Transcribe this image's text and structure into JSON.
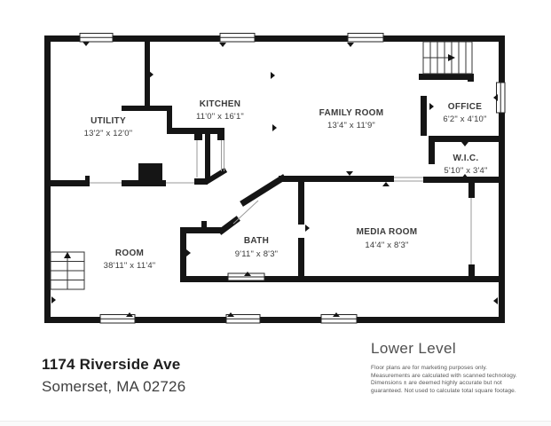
{
  "plan": {
    "rooms": [
      {
        "id": "utility",
        "name": "UTILITY",
        "dims": "13'2\" x 12'0\""
      },
      {
        "id": "kitchen",
        "name": "KITCHEN",
        "dims": "11'0\" x 16'1\""
      },
      {
        "id": "family-room",
        "name": "FAMILY ROOM",
        "dims": "13'4\" x 11'9\""
      },
      {
        "id": "office",
        "name": "OFFICE",
        "dims": "6'2\" x 4'10\""
      },
      {
        "id": "wic",
        "name": "W.I.C.",
        "dims": "5'10\" x 3'4\""
      },
      {
        "id": "room",
        "name": "ROOM",
        "dims": "38'11\" x 11'4\""
      },
      {
        "id": "bath",
        "name": "BATH",
        "dims": "9'11\" x 8'3\""
      },
      {
        "id": "media-room",
        "name": "MEDIA ROOM",
        "dims": "14'4\" x 8'3\""
      }
    ]
  },
  "footer": {
    "address_line1": "1174 Riverside Ave",
    "address_line2": "Somerset, MA 02726",
    "level_label": "Lower Level",
    "disclaimer_lines": [
      "Floor plans are for marketing purposes only.",
      "Measurements are calculated with scanned technology.",
      "Dimensions ± are deemed highly accurate but not",
      "guaranteed. Not used to calculate total square footage."
    ]
  },
  "colors": {
    "wall": "#151515",
    "label_text": "#3a3a3a",
    "footer_text": "#4f4f4f"
  }
}
